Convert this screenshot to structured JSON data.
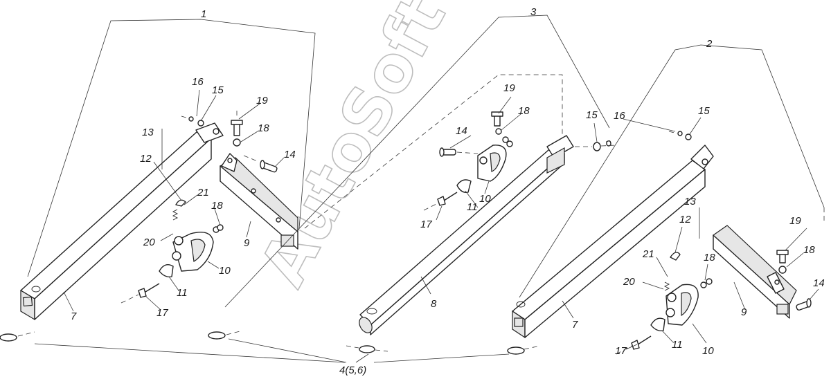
{
  "watermark": "AutoSoft",
  "callouts": {
    "c1": "1",
    "c2": "2",
    "c3": "3",
    "c4": "4(5,6)",
    "a7": "7",
    "a9": "9",
    "a10": "10",
    "a11": "11",
    "a12": "12",
    "a13": "13",
    "a14": "14",
    "a15": "15",
    "a16": "16",
    "a17": "17",
    "a18a": "18",
    "a18b": "18",
    "a19": "19",
    "a20": "20",
    "a21": "21",
    "b8": "8",
    "b10": "10",
    "b11": "11",
    "b14": "14",
    "b15": "15",
    "b16": "16",
    "b17": "17",
    "b18": "18",
    "b19": "19",
    "d7": "7",
    "d9": "9",
    "d10": "10",
    "d11": "11",
    "d12": "12",
    "d13": "13",
    "d14": "14",
    "d15": "15",
    "d17": "17",
    "d18a": "18",
    "d18b": "18",
    "d19": "19",
    "d20": "20",
    "d21": "21"
  },
  "colors": {
    "ink": "#222222",
    "watermark": "#bdbdbd",
    "background": "#ffffff"
  }
}
